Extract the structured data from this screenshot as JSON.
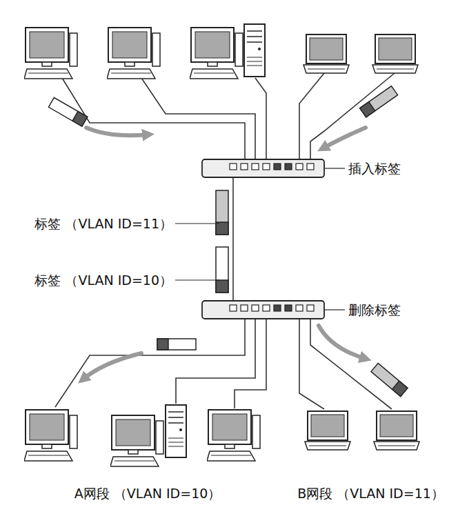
{
  "diagram": {
    "nodes": [
      {
        "text": [
          "A网段 （VLAN ID=10）"
        ]
      },
      {
        "text": [
          "B网段 （VLAN ID=11）"
        ]
      }
    ],
    "labels": [
      "插入标签",
      "标签 （VLAN ID=11）",
      "标签 （VLAN ID=10）",
      "删除标签"
    ]
  }
}
